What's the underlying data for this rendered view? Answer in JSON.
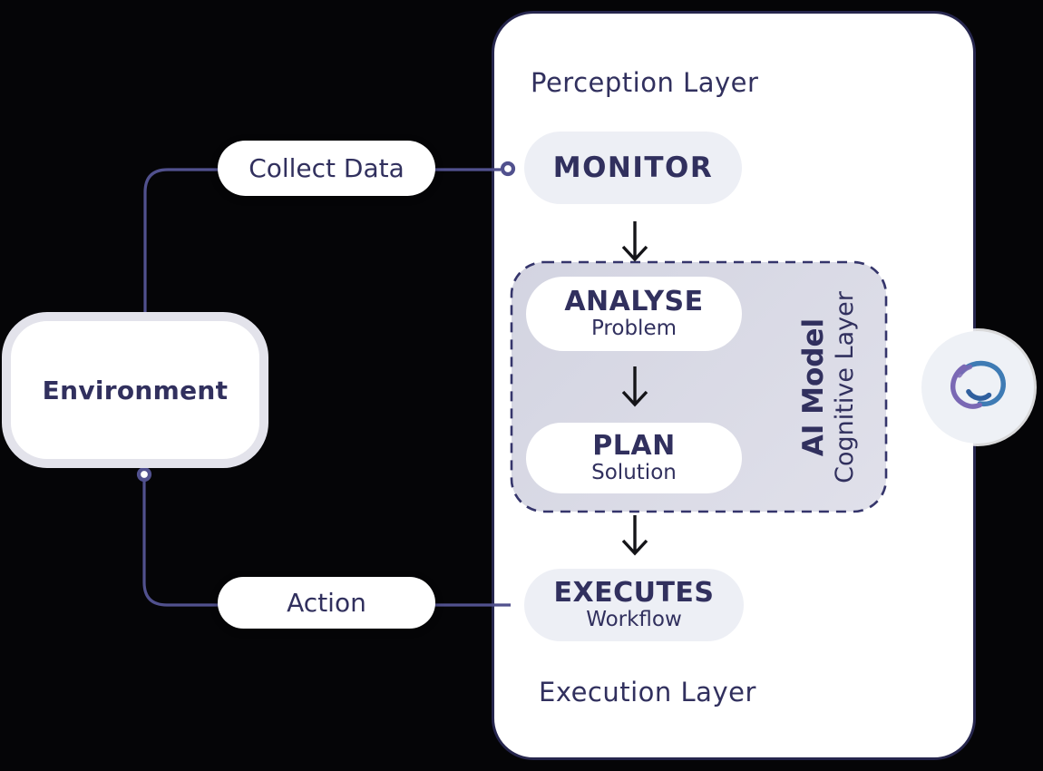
{
  "colors": {
    "background": "#050507",
    "panel_bg": "#ffffff",
    "panel_border": "#26264d",
    "navy_text": "#31305e",
    "line": "#51518e",
    "pill_gray": "#edeff5",
    "dash_border": "#35356b",
    "dash_fill_start": "#d3d4e1",
    "dash_fill_end": "#e0e0ea",
    "env_border": "#e3e3eb",
    "arrow": "#141418",
    "logo_blue": "#3e7bb4",
    "logo_purple": "#7a68b4",
    "logo_dark_blue": "#2f5f9e",
    "logo_bg": "#eef1f6"
  },
  "environment": {
    "label": "Environment"
  },
  "connectors": {
    "collect_data_label": "Collect Data",
    "action_label": "Action"
  },
  "agent_panel": {
    "perception_layer_label": "Perception Layer",
    "execution_layer_label": "Execution Layer",
    "monitor": {
      "title": "MONITOR"
    },
    "cognitive_block": {
      "analyse": {
        "title": "ANALYSE",
        "subtitle": "Problem"
      },
      "plan": {
        "title": "PLAN",
        "subtitle": "Solution"
      },
      "side_label_bold": "AI Model",
      "side_label_regular": "Cognitive Layer"
    },
    "executes": {
      "title": "EXECUTES",
      "subtitle": "Workflow"
    }
  },
  "logo": {
    "name": "swirl-logo"
  }
}
